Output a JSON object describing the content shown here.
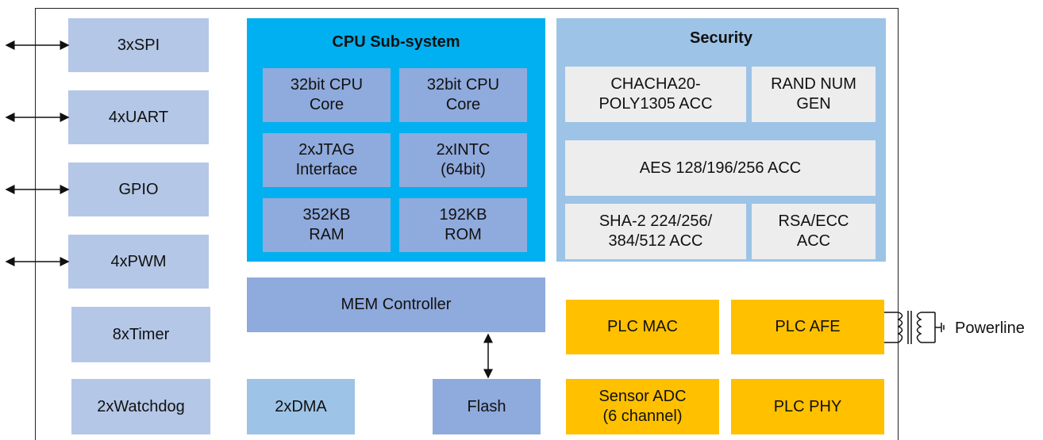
{
  "peripherals": {
    "spi": "3xSPI",
    "uart": "4xUART",
    "gpio": "GPIO",
    "pwm": "4xPWM",
    "timer": "8xTimer",
    "watchdog": "2xWatchdog"
  },
  "cpu": {
    "title": "CPU Sub-system",
    "core1": "32bit CPU\nCore",
    "core2": "32bit CPU\nCore",
    "jtag": "2xJTAG\nInterface",
    "intc": "2xINTC\n(64bit)",
    "ram": "352KB\nRAM",
    "rom": "192KB\nROM"
  },
  "security": {
    "title": "Security",
    "chacha": "CHACHA20-\nPOLY1305 ACC",
    "rng": "RAND NUM\nGEN",
    "aes": "AES 128/196/256 ACC",
    "sha": "SHA-2 224/256/\n384/512 ACC",
    "rsa": "RSA/ECC\nACC"
  },
  "memory": {
    "controller": "MEM Controller",
    "dma": "2xDMA",
    "flash": "Flash"
  },
  "plc": {
    "mac": "PLC MAC",
    "afe": "PLC AFE",
    "adc": "Sensor ADC\n(6 channel)",
    "phy": "PLC  PHY",
    "powerline": "Powerline"
  },
  "colors": {
    "peripheral": "#b4c7e7",
    "cpu_subsystem": "#00b0f0",
    "cpu_inner": "#8faadc",
    "security": "#9dc3e6",
    "security_inner": "#ededed",
    "plc": "#ffc000"
  }
}
